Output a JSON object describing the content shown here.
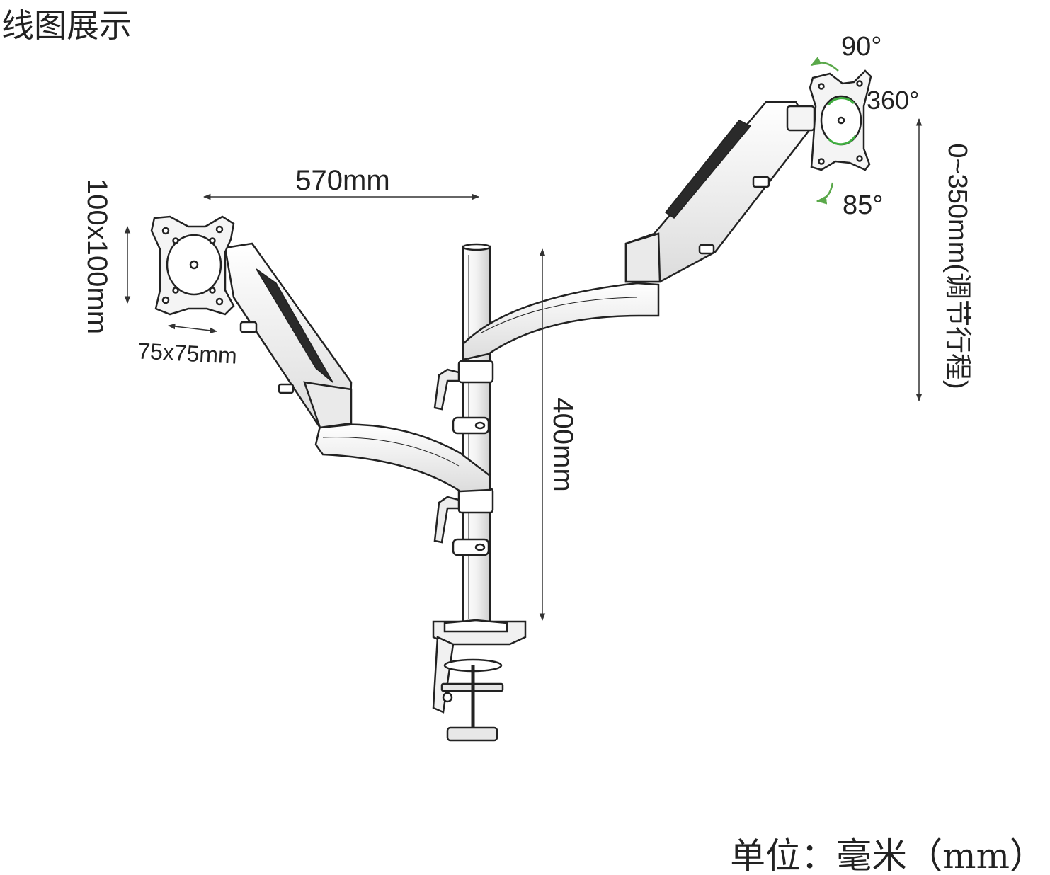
{
  "title": "线图展示",
  "labels": {
    "arm_reach": "570mm",
    "pole_height": "400mm",
    "vesa_large": "100x100mm",
    "vesa_small": "75x75mm",
    "height_adjust": "0~350mm(调节行程)",
    "tilt_up": "90°",
    "rotate": "360°",
    "tilt_down": "85°"
  },
  "footer": {
    "unit_note": "单位：毫米（mm）"
  },
  "colors": {
    "line": "#222222",
    "arrow_green": "#5aa84a",
    "rotate_green": "#3fae3f"
  }
}
